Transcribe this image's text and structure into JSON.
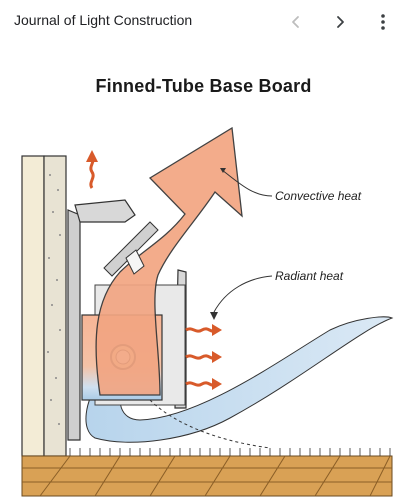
{
  "header": {
    "site_title": "Journal of Light Construction",
    "icons": {
      "prev": "chevron-left-icon",
      "next": "chevron-right-icon",
      "more": "more-vert-icon"
    }
  },
  "figure": {
    "title": "Finned-Tube Base Board",
    "labels": {
      "convective": "Convective heat",
      "radiant": "Radiant heat"
    },
    "colors": {
      "convective_arrow": "#f2a582",
      "cool_air": "#a9cbe7",
      "wall_plaster": "#f3ecd6",
      "floor_wood": "#d9a155",
      "radiant_arrow": "#d85a2a"
    }
  }
}
